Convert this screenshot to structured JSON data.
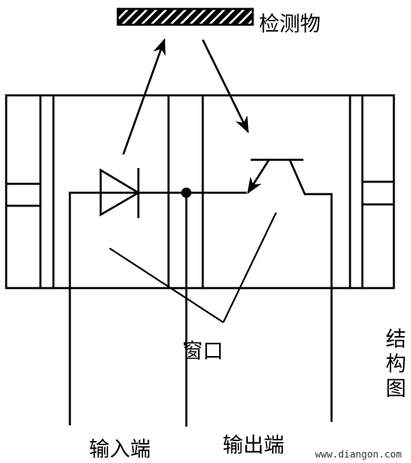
{
  "labels": {
    "object": "检测物",
    "window": "窗口",
    "structure": "结构图",
    "input": "输入端",
    "output": "输出端",
    "watermark": "www.diangon.com"
  },
  "colors": {
    "ink": "#000000",
    "background": "#ffffff"
  }
}
